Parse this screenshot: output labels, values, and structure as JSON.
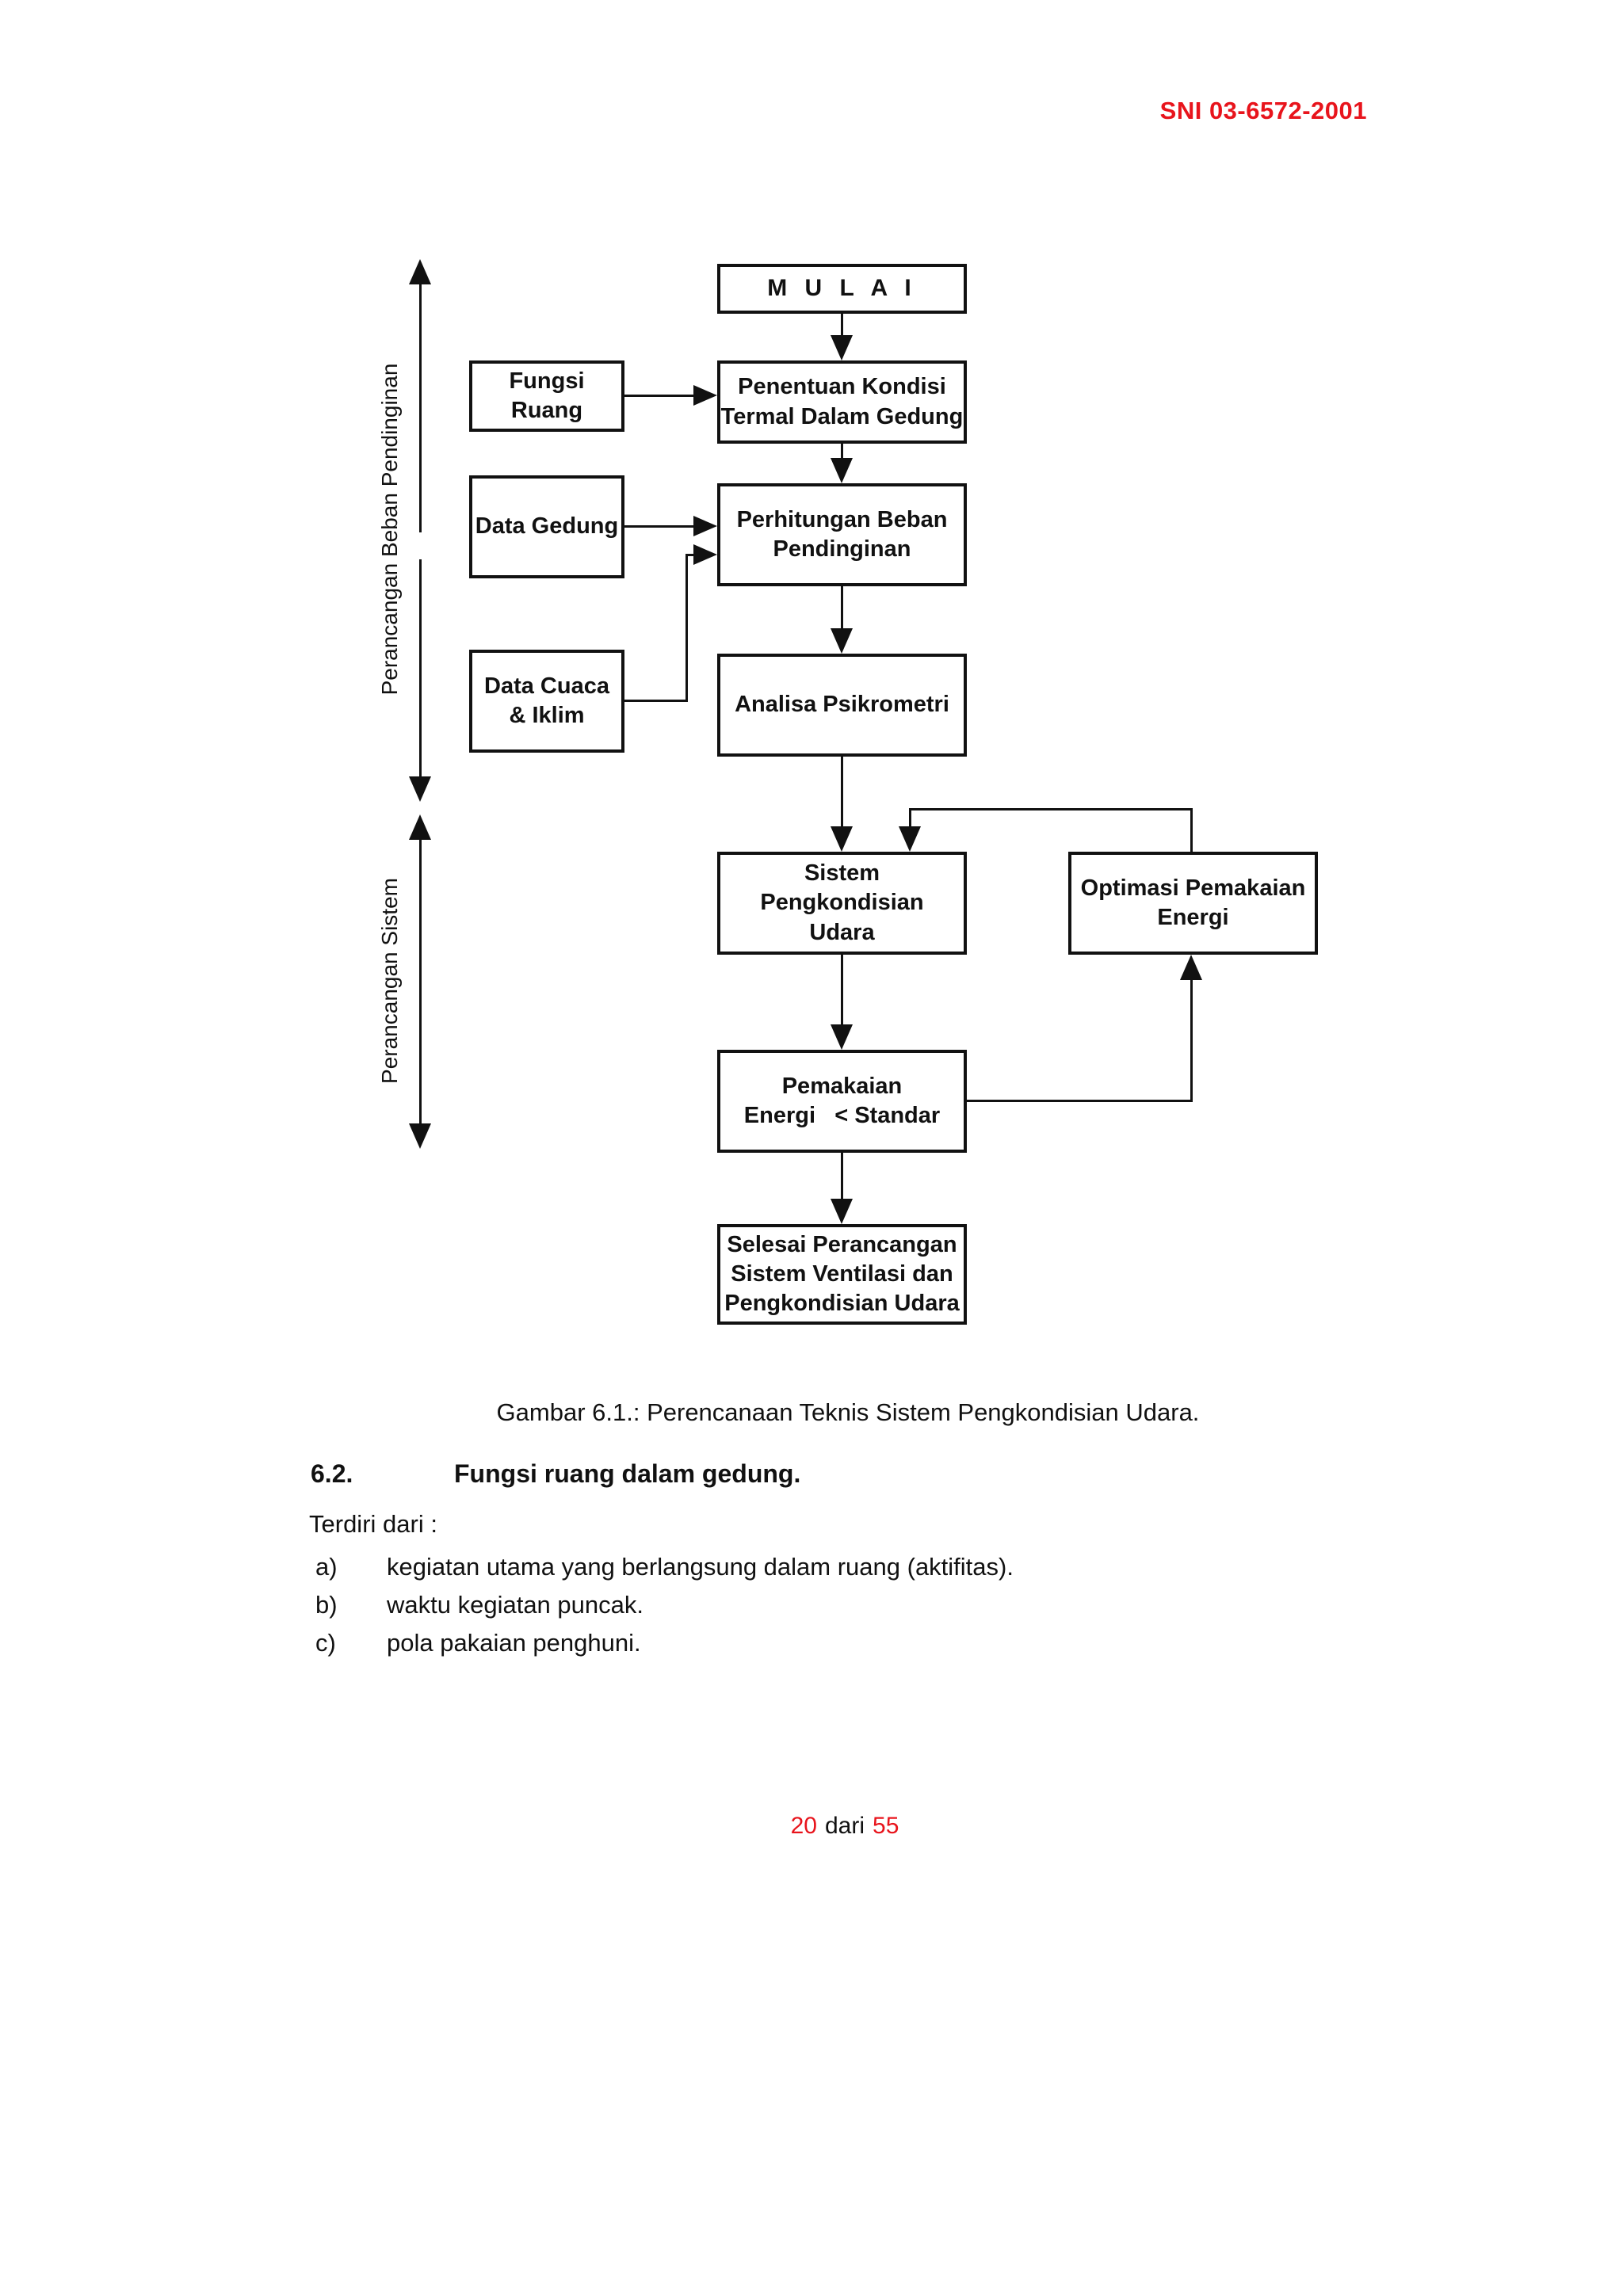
{
  "header": {
    "standard_code": "SNI 03-6572-2001"
  },
  "diagram": {
    "side_labels": {
      "beban": "Perancangan Beban Pendinginan",
      "sistem": "Perancangan Sistem"
    },
    "boxes": {
      "mulai": "M U L A I",
      "penentuan": "Penentuan Kondisi\nTermal Dalam Gedung",
      "fungsi_ruang": "Fungsi Ruang",
      "perhitungan": "Perhitungan Beban\nPendinginan",
      "data_gedung": "Data Gedung",
      "data_cuaca": "Data Cuaca\n& Iklim",
      "analisa": "Analisa Psikrometri",
      "sistem_pengkondisian": "Sistem Pengkondisian\nUdara",
      "optimasi": "Optimasi Pemakaian\nEnergi",
      "pemakaian": "Pemakaian\nEnergi   < Standar",
      "selesai": "Selesai Perancangan\nSistem Ventilasi dan\nPengkondisian Udara"
    }
  },
  "caption": "Gambar 6.1.: Perencanaan Teknis Sistem Pengkondisian Udara.",
  "section": {
    "number": "6.2.",
    "title": "Fungsi ruang dalam gedung."
  },
  "intro": "Terdiri dari :",
  "list": [
    {
      "marker": "a)",
      "text": "kegiatan utama yang berlangsung dalam ruang (aktifitas)."
    },
    {
      "marker": "b)",
      "text": "waktu kegiatan puncak."
    },
    {
      "marker": "c)",
      "text": "pola pakaian penghuni."
    }
  ],
  "footer": {
    "page_number": "20",
    "separator": "dari",
    "total_pages": "55"
  },
  "colors": {
    "accent_red": "#e8141c",
    "ink": "#111111"
  }
}
